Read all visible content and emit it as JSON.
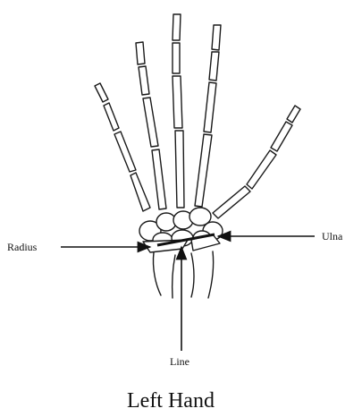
{
  "labels": {
    "radius": "Radius",
    "ulna": "Ulna",
    "line": "Line",
    "caption": "Left Hand"
  },
  "colors": {
    "ink": "#111111",
    "background": "#ffffff"
  }
}
